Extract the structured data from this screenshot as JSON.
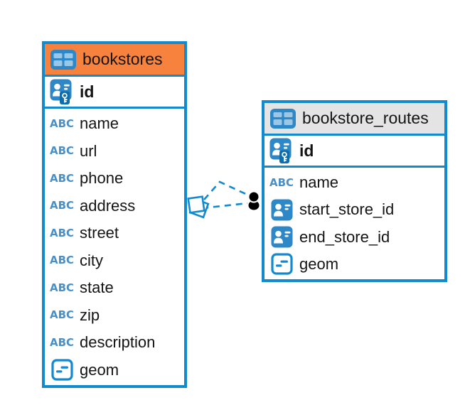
{
  "diagram": {
    "colors": {
      "accent_blue": "#1389CE",
      "icon_blue": "#2E87C6",
      "key_chip_blue": "#0E6DAD",
      "text_icon_blue": "#4A90C8",
      "table_cell_blue": "#9AC7E6",
      "text": "#141414",
      "marker_black": "#000000",
      "bookstores_header": "#F6823E",
      "routes_header": "#E4E4E4"
    },
    "tables": [
      {
        "name": "bookstores",
        "header_color": "#F6823E",
        "columns": [
          {
            "name": "id",
            "icon": "primary-key",
            "key": true
          },
          {
            "name": "name",
            "icon": "text"
          },
          {
            "name": "url",
            "icon": "text"
          },
          {
            "name": "phone",
            "icon": "text"
          },
          {
            "name": "address",
            "icon": "text"
          },
          {
            "name": "street",
            "icon": "text"
          },
          {
            "name": "city",
            "icon": "text"
          },
          {
            "name": "state",
            "icon": "text"
          },
          {
            "name": "zip",
            "icon": "text"
          },
          {
            "name": "description",
            "icon": "text"
          },
          {
            "name": "geom",
            "icon": "geometry"
          }
        ]
      },
      {
        "name": "bookstore_routes",
        "header_color": "#E4E4E4",
        "columns": [
          {
            "name": "id",
            "icon": "primary-key",
            "key": true
          },
          {
            "name": "name",
            "icon": "text"
          },
          {
            "name": "start_store_id",
            "icon": "foreign-key"
          },
          {
            "name": "end_store_id",
            "icon": "foreign-key"
          },
          {
            "name": "geom",
            "icon": "geometry"
          }
        ]
      }
    ],
    "relationships": [
      {
        "from_table": "bookstore_routes",
        "to_table": "bookstores",
        "line_style": "dashed"
      },
      {
        "from_table": "bookstore_routes",
        "to_table": "bookstores",
        "line_style": "dashed"
      }
    ]
  }
}
